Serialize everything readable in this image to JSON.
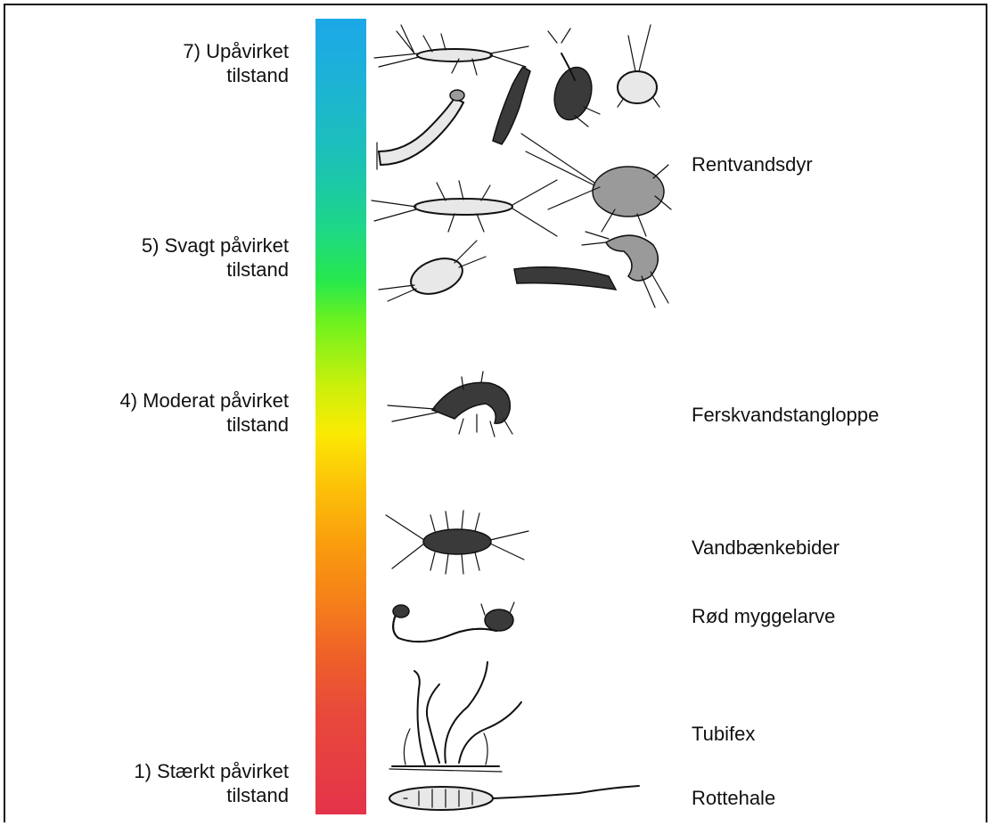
{
  "scale": {
    "colors": [
      "#1ca7e8",
      "#27e84c",
      "#fbeb03",
      "#fa9d0d",
      "#e4334a"
    ]
  },
  "states": [
    {
      "line1": "7) Upåvirket",
      "line2": "tilstand"
    },
    {
      "line1": "5) Svagt påvirket",
      "line2": "tilstand"
    },
    {
      "line1": "4) Moderat påvirket",
      "line2": "tilstand"
    },
    {
      "line1": "1) Stærkt påvirket",
      "line2": "tilstand"
    }
  ],
  "species": [
    {
      "label": "Rentvandsdyr",
      "icon": "mayfly-stonefly-caddis-group-icon"
    },
    {
      "label": "Ferskvandstangloppe",
      "icon": "freshwater-shrimp-icon"
    },
    {
      "label": "Vandbænkebider",
      "icon": "water-louse-icon"
    },
    {
      "label": "Rød myggelarve",
      "icon": "bloodworm-larva-icon"
    },
    {
      "label": "Tubifex",
      "icon": "tubifex-worm-icon"
    },
    {
      "label": "Rottehale",
      "icon": "rat-tailed-maggot-icon"
    }
  ]
}
